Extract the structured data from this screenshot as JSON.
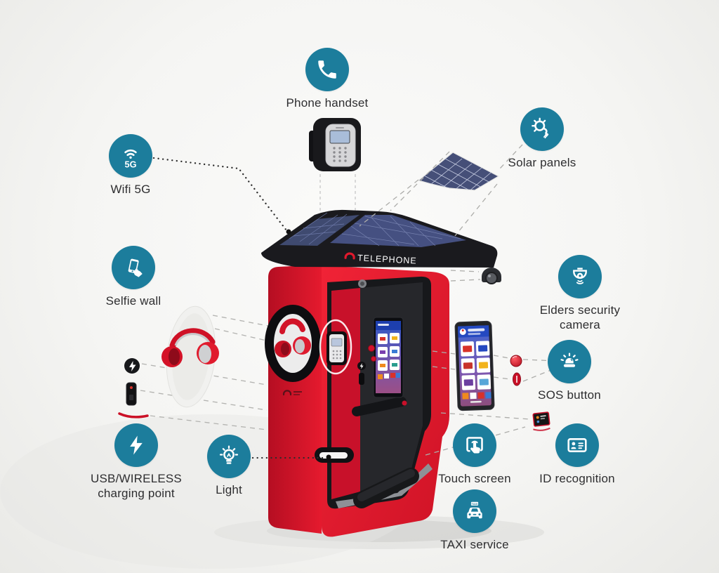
{
  "colors": {
    "accent_teal": "#1c7d9c",
    "booth_red": "#df1a2d",
    "roof_black": "#1a1a1e",
    "solar_navy": "#46507a",
    "label_text": "#2e2e30",
    "background": "#f5f5f3"
  },
  "booth": {
    "roof_sign": "TELEPHONE",
    "roof_logo_icon": "handset-logo"
  },
  "callouts": [
    {
      "id": "phone-handset",
      "label": "Phone handset",
      "icon": "phone-icon"
    },
    {
      "id": "solar-panels",
      "label": "Solar panels",
      "icon": "solar-sun-plug-icon"
    },
    {
      "id": "wifi-5g",
      "label": "Wifi 5G",
      "icon": "wifi-icon",
      "icon_text": "5G"
    },
    {
      "id": "selfie-wall",
      "label": "Selfie wall",
      "icon": "phone-in-hand-icon"
    },
    {
      "id": "usb-wireless-charging",
      "label": "USB/WIRELESS charging point",
      "icon": "lightning-bolt-icon"
    },
    {
      "id": "light",
      "label": "Light",
      "icon": "light-bulb-icon"
    },
    {
      "id": "touch-screen",
      "label": "Touch screen",
      "icon": "touch-gesture-icon"
    },
    {
      "id": "taxi-service",
      "label": "TAXI service",
      "icon": "taxi-car-icon",
      "icon_text": "TAXI"
    },
    {
      "id": "id-recognition",
      "label": "ID recognition",
      "icon": "id-card-icon"
    },
    {
      "id": "sos-button",
      "label": "SOS button",
      "icon": "siren-icon"
    },
    {
      "id": "elders-security-camera",
      "label": "Elders security camera",
      "icon": "dome-camera-icon"
    }
  ]
}
